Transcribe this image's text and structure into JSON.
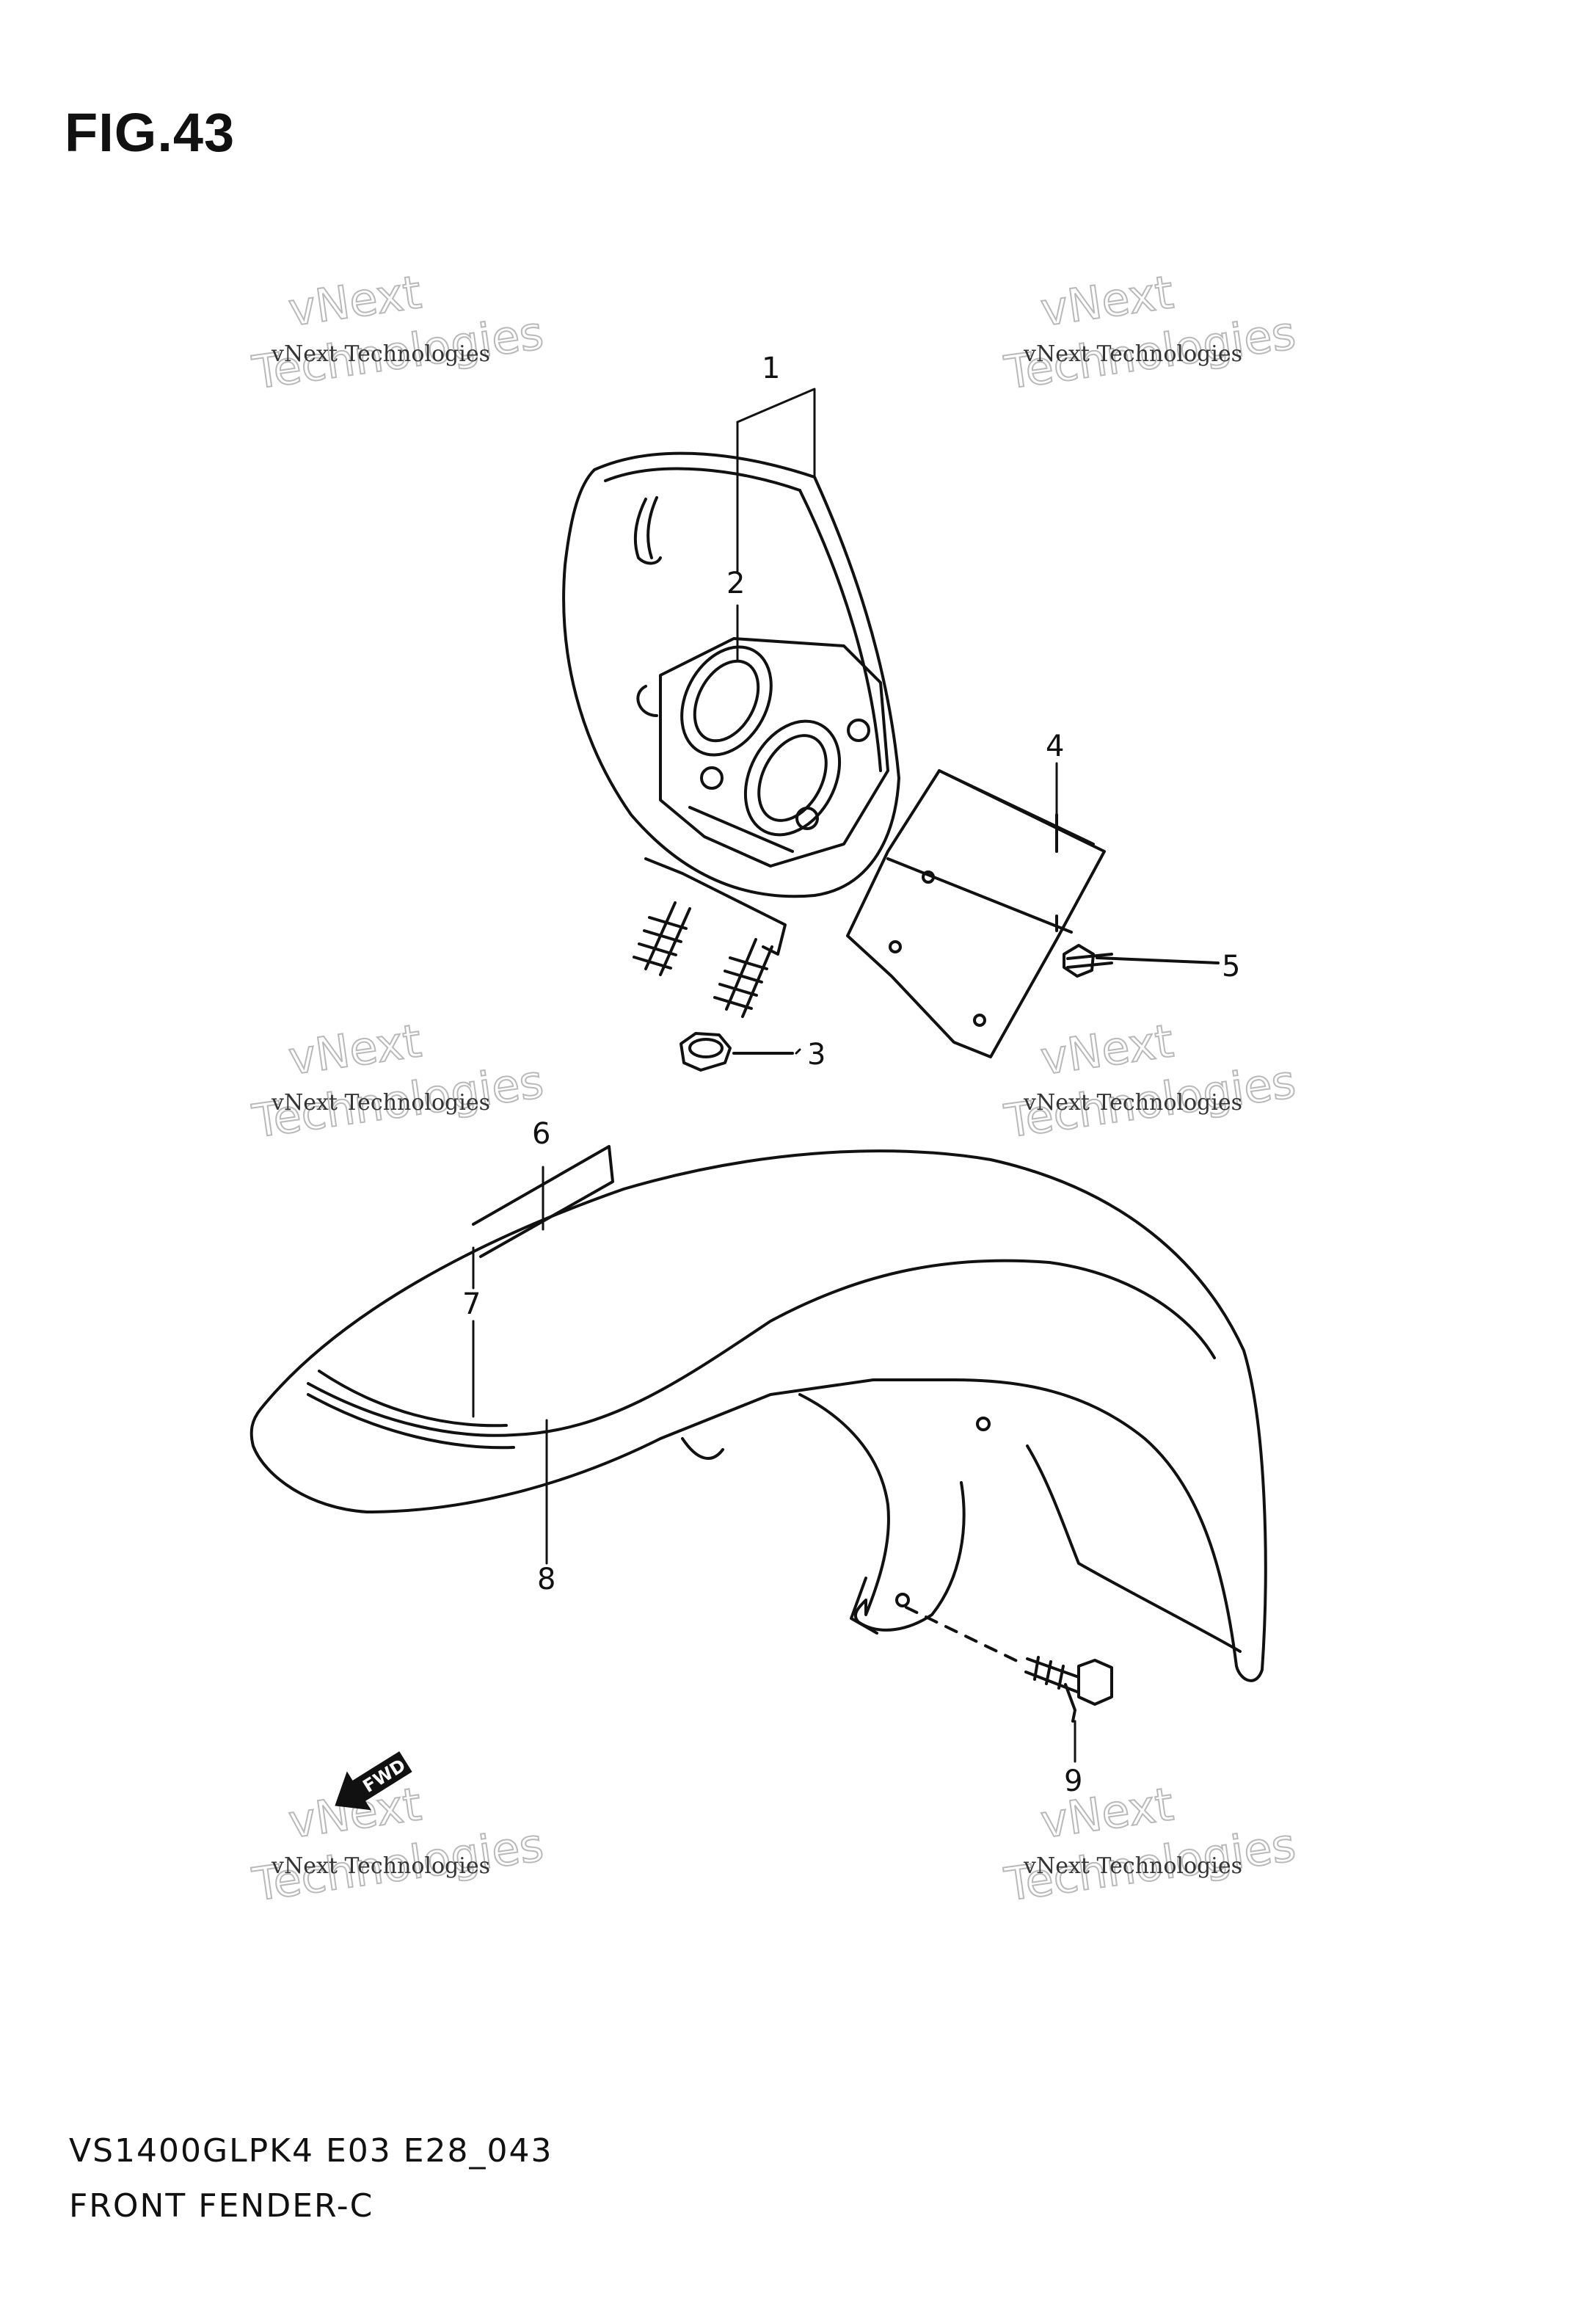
{
  "figure_title": "FIG.43",
  "model_code": "VS1400GLPK4 E03 E28_043",
  "diagram_title": "FRONT FENDER-C",
  "watermark": {
    "line1": "vNext Technologies",
    "line2": "vNext",
    "line3": "Technologies"
  },
  "fwd_label": "FWD",
  "parts": [
    {
      "ref": "1"
    },
    {
      "ref": "2"
    },
    {
      "ref": "3"
    },
    {
      "ref": "4"
    },
    {
      "ref": "5"
    },
    {
      "ref": "6"
    },
    {
      "ref": "7"
    },
    {
      "ref": "8"
    },
    {
      "ref": "9"
    }
  ]
}
